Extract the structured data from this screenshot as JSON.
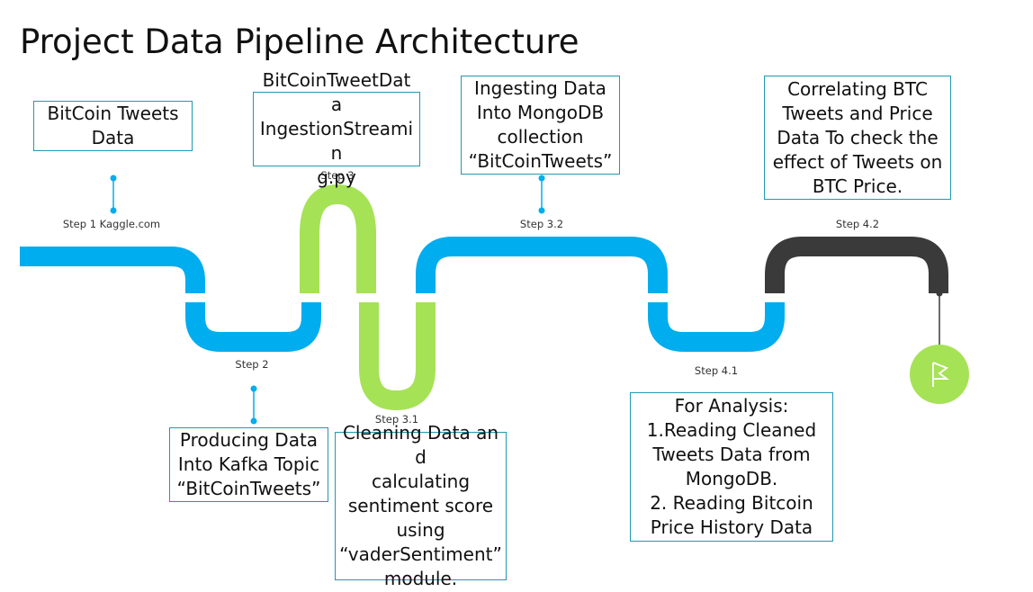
{
  "title": "Project Data Pipeline Architecture",
  "boxes": {
    "tweets_data": "BitCoin Tweets\nData",
    "ingestion_script": "BitCoinTweetData\nIngestionStreamin\ng.py",
    "mongodb": "Ingesting Data\nInto MongoDB\ncollection\n“BitCoinTweets”",
    "correlating": "Correlating BTC\nTweets and Price\nData To check the\neffect of Tweets on\nBTC Price.",
    "kafka": "Producing Data\nInto Kafka Topic\n“BitCoinTweets”",
    "cleaning": "Cleaning Data and\ncalculating\nsentiment score\nusing\n“vaderSentiment”\nmodule.",
    "analysis": "For Analysis:\n1.Reading Cleaned\nTweets Data from\nMongoDB.\n2. Reading Bitcoin\nPrice History Data"
  },
  "steps": {
    "step1": "Step 1 Kaggle.com",
    "step2": "Step 2",
    "step3": "Step 3",
    "step3_1": "Step 3.1",
    "step3_2": "Step 3.2",
    "step4_1": "Step 4.1",
    "step4_2": "Step 4.2"
  },
  "colors": {
    "blue": "#00adef",
    "green": "#a6e256",
    "dark": "#3a3a3a",
    "box_border": "#1e9ab0",
    "connector": "#00adef",
    "flag_circle": "#a6e256"
  },
  "icons": {
    "end": "flag-icon"
  }
}
